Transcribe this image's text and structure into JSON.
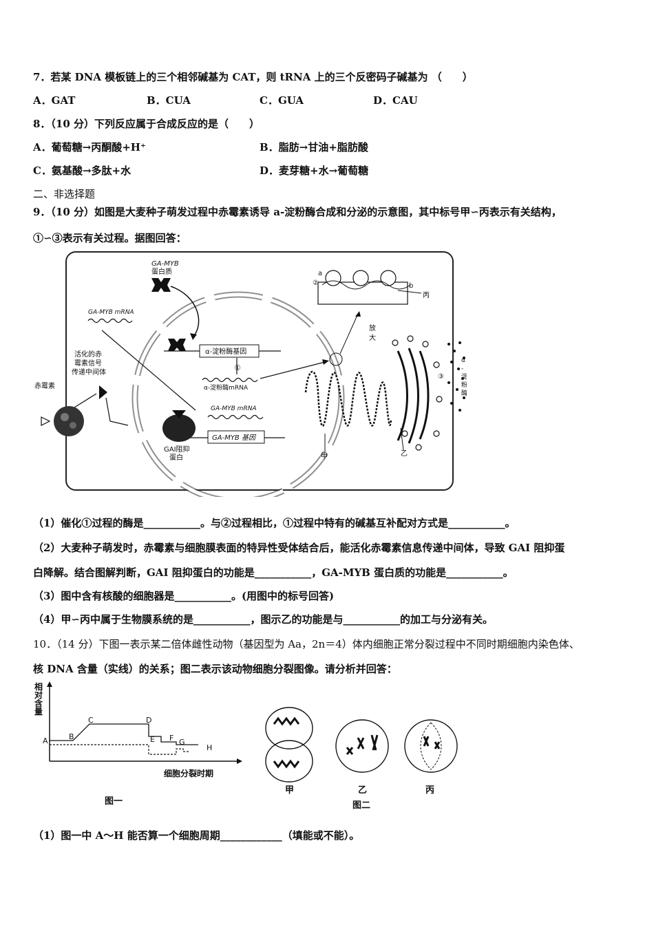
{
  "q7": {
    "stem": "7．若某 DNA 模板链上的三个相邻碱基为 CAT，则 tRNA 上的三个反密码子碱基为 （　　）",
    "options": [
      "A．GAT",
      "B．CUA",
      "C．GUA",
      "D．CAU"
    ]
  },
  "q8": {
    "stem": "8．（10 分）下列反应属于合成反应的是（　　）",
    "options": [
      "A．葡萄糖→丙酮酸+H⁺",
      "B．脂肪→甘油+脂肪酸",
      "C．氨基酸→多肽+水",
      "D．麦芽糖+水→葡萄糖"
    ]
  },
  "section2": "二、非选择题",
  "q9": {
    "stem1": "9．（10 分）如图是大麦种子萌发过程中赤霉素诱导 a-淀粉酶合成和分泌的示意图，其中标号甲∽丙表示有关结构，",
    "stem2": "①∽③表示有关过程。据图回答：",
    "figure": {
      "ga_myb_protein": "GA-MYB",
      "protein": "蛋白质",
      "ga_myb_mrna_top": "GA-MYB mRNA",
      "signal": [
        "活化的赤",
        "霉素信号",
        "传递中间体"
      ],
      "gibberellin": "赤霉素",
      "amylase_gene": "α-淀粉酶基因",
      "circle1": "①",
      "amylase_mrna": "α-淀粉酶mRNA",
      "ga_myb_mrna_bottom": "GA-MYB mRNA",
      "ga_myb_gene": "GA-MYB 基因",
      "gai": [
        "GAI阻抑",
        "蛋白"
      ],
      "a": "a",
      "b": "b",
      "circle2": "②",
      "bing": "丙",
      "magnify": [
        "放",
        "大"
      ],
      "circle3": "③",
      "alpha_amylase": [
        "α",
        "-",
        "淀",
        "粉",
        "酶"
      ],
      "jia": "甲",
      "yi": "乙"
    },
    "sub1": "（1）催化①过程的酶是___________。与②过程相比，①过程中特有的碱基互补配对方式是___________。",
    "sub2a": "（2）大麦种子萌发时，赤霉素与细胞膜表面的特异性受体结合后，能活化赤霉素信息传递中间体，导致 GAI 阻抑蛋",
    "sub2b": "白降解。结合图解判断，GAI 阻抑蛋白的功能是___________，GA-MYB 蛋白质的功能是___________。",
    "sub3": "（3）图中含有核酸的细胞器是___________。(用图中的标号回答)",
    "sub4": "（4）甲∽丙中属于生物膜系统的是___________，图示乙的功能是与___________的加工与分泌有关。"
  },
  "q10": {
    "stem1": "10．（14 分）下图一表示某二倍体雌性动物（基因型为 Aa，2n＝4）体内细胞正常分裂过程中不同时期细胞内染色体、",
    "stem2": "核 DNA 含量（实线）的关系；图二表示该动物细胞分裂图像。请分析并回答：",
    "fig1": {
      "ylabel": [
        "相",
        "对",
        "含",
        "量"
      ],
      "xlabel": "细胞分裂时期",
      "points": [
        "A",
        "B",
        "C",
        "D",
        "E",
        "F",
        "G",
        "H"
      ],
      "caption": "图一"
    },
    "fig2": {
      "cells": [
        "甲",
        "乙",
        "丙"
      ],
      "caption": "图二"
    },
    "sub1": "（1）图一中 A～H 能否算一个细胞周期____________（填能或不能）。"
  }
}
